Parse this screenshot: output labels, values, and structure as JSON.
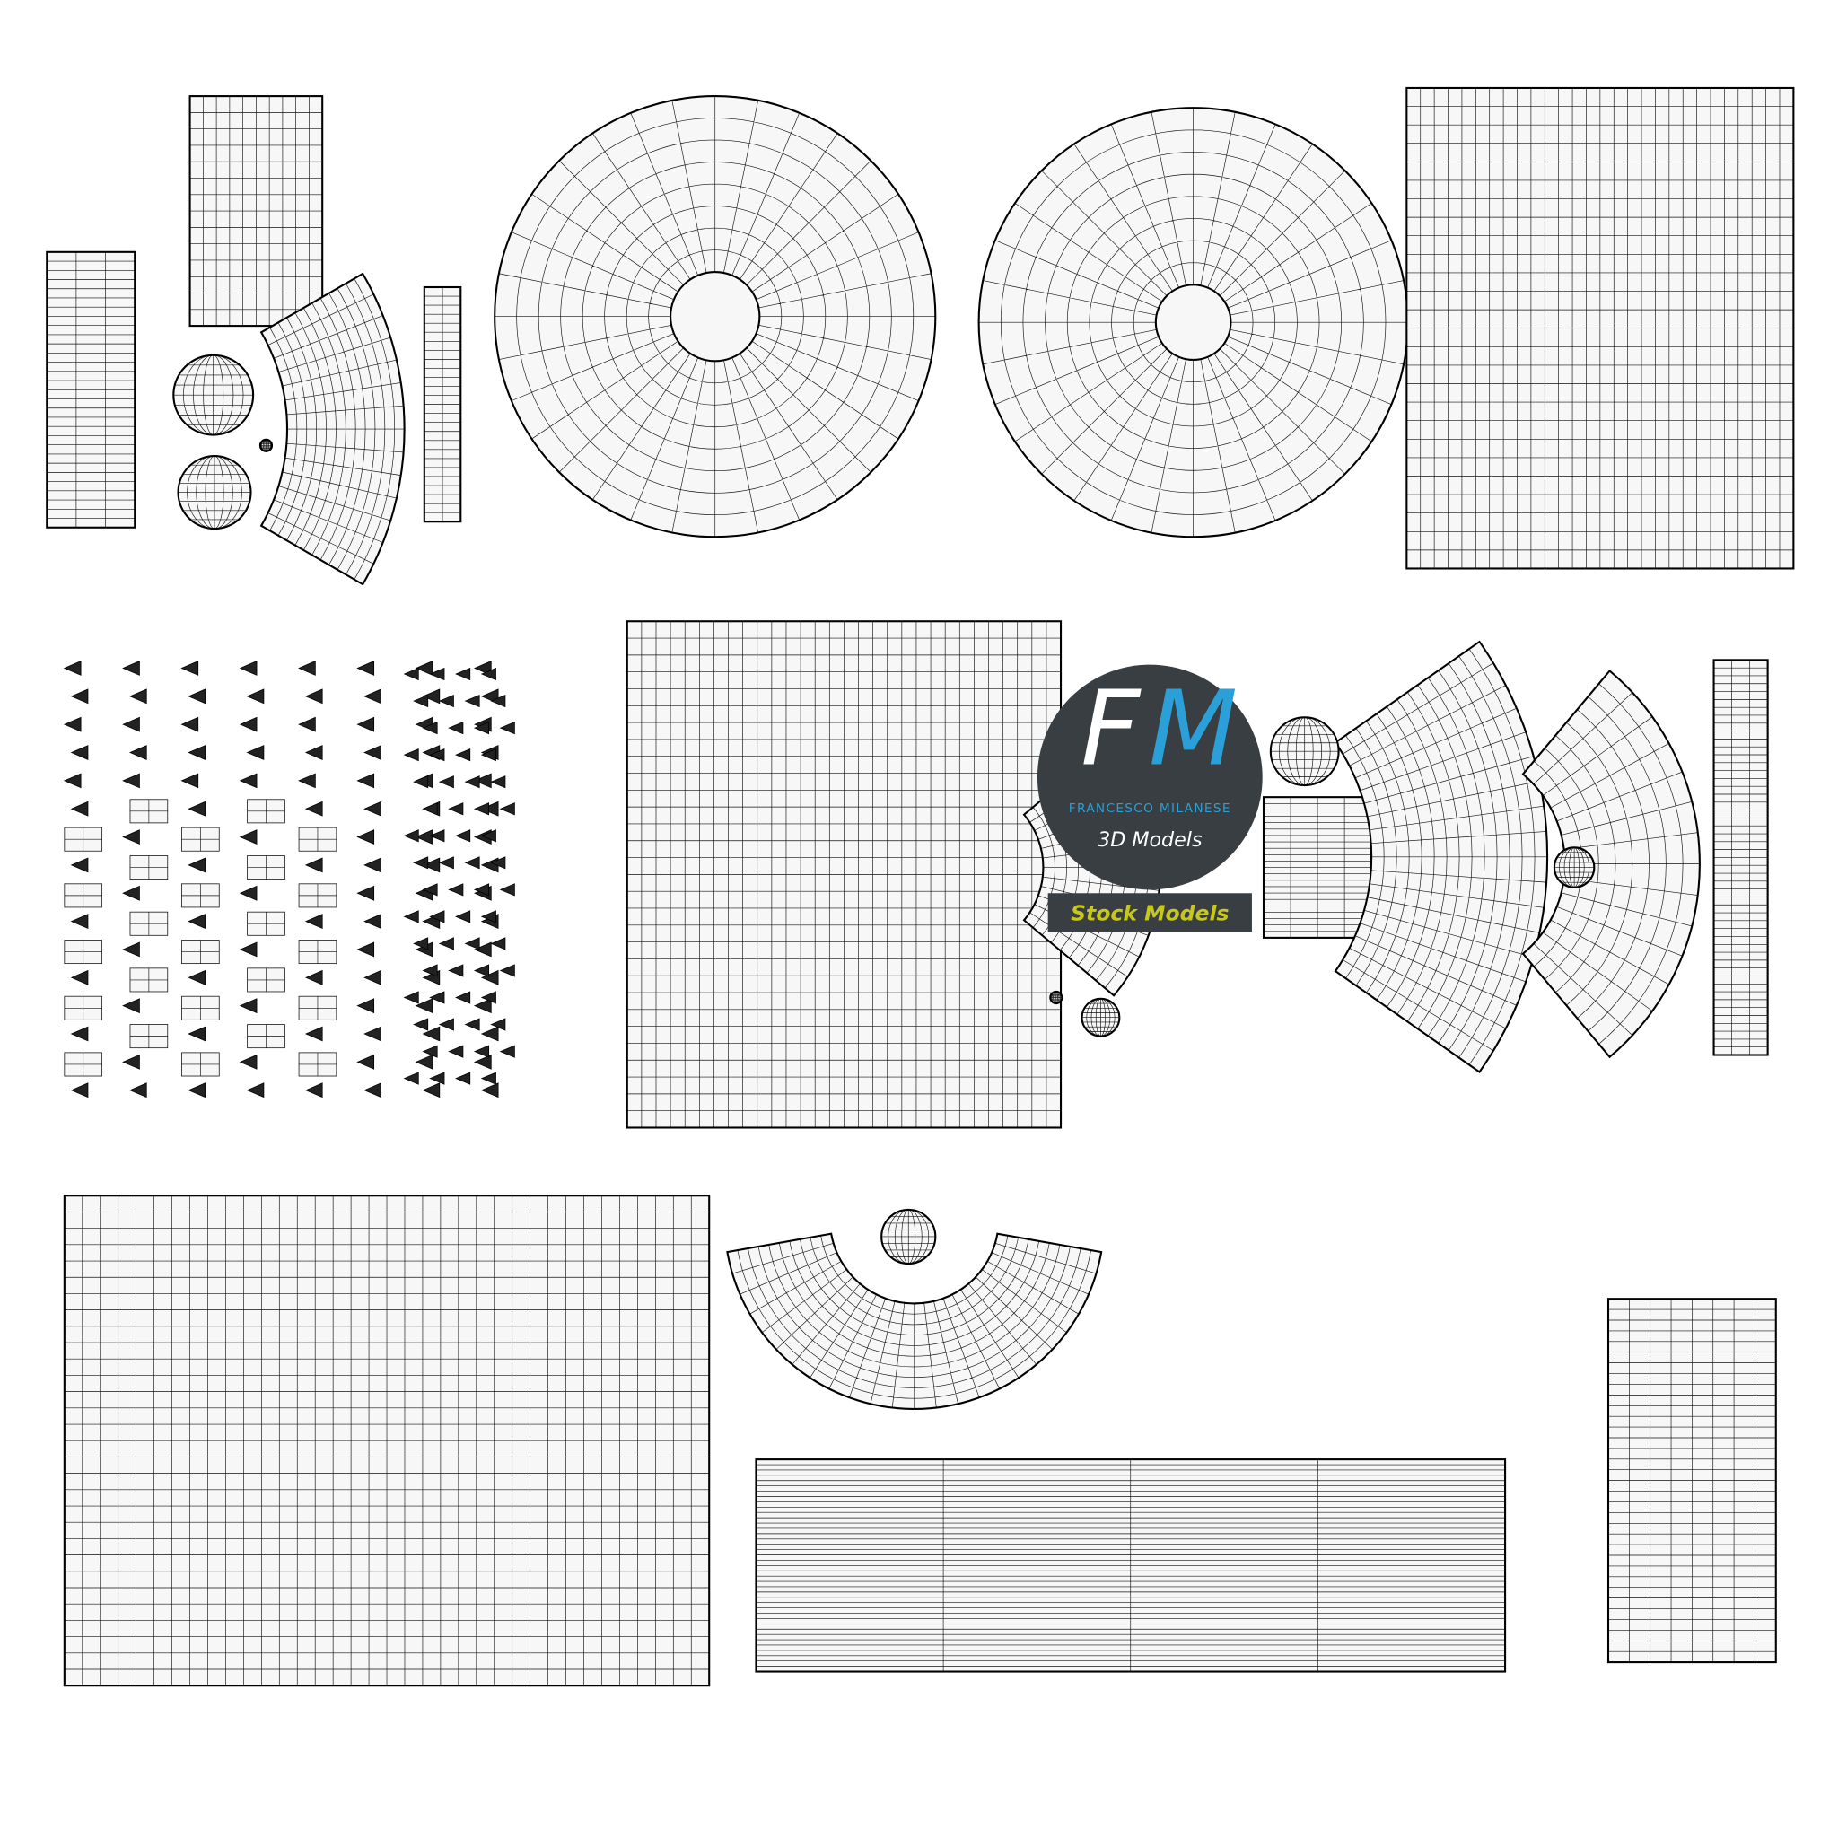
{
  "logo": {
    "letter_f": "F",
    "letter_m": "M",
    "author": "FRANCESCO MILANESE",
    "tagline": "3D Models",
    "banner": "Stock Models",
    "colors": {
      "circle": "#383e42",
      "white": "#ffffff",
      "blue": "#2a9fd8",
      "yellow": "#c8c81a"
    }
  }
}
